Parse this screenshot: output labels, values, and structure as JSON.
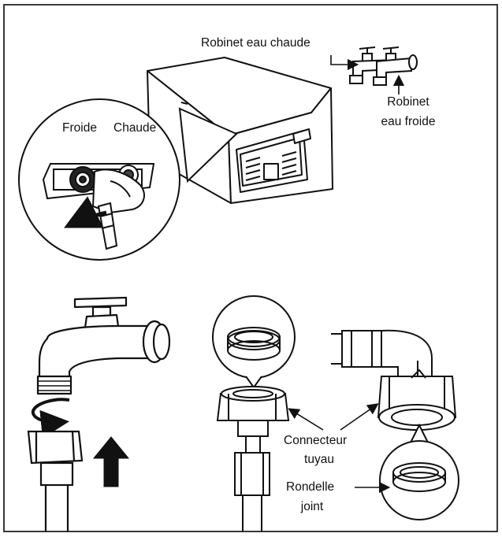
{
  "labels": {
    "hot_tap": "Robinet eau chaude",
    "cold_tap_line1": "Robinet",
    "cold_tap_line2": "eau froide",
    "cold": "Froide",
    "hot": "Chaude",
    "connector_line1": "Connecteur",
    "connector_line2": "tuyau",
    "washer_line1": "Rondelle",
    "washer_line2": "joint"
  },
  "icons": [
    "washing-machine",
    "faucet-pair",
    "inlet-closeup",
    "faucet",
    "hose-connector",
    "washer-ring",
    "arrow-up"
  ]
}
